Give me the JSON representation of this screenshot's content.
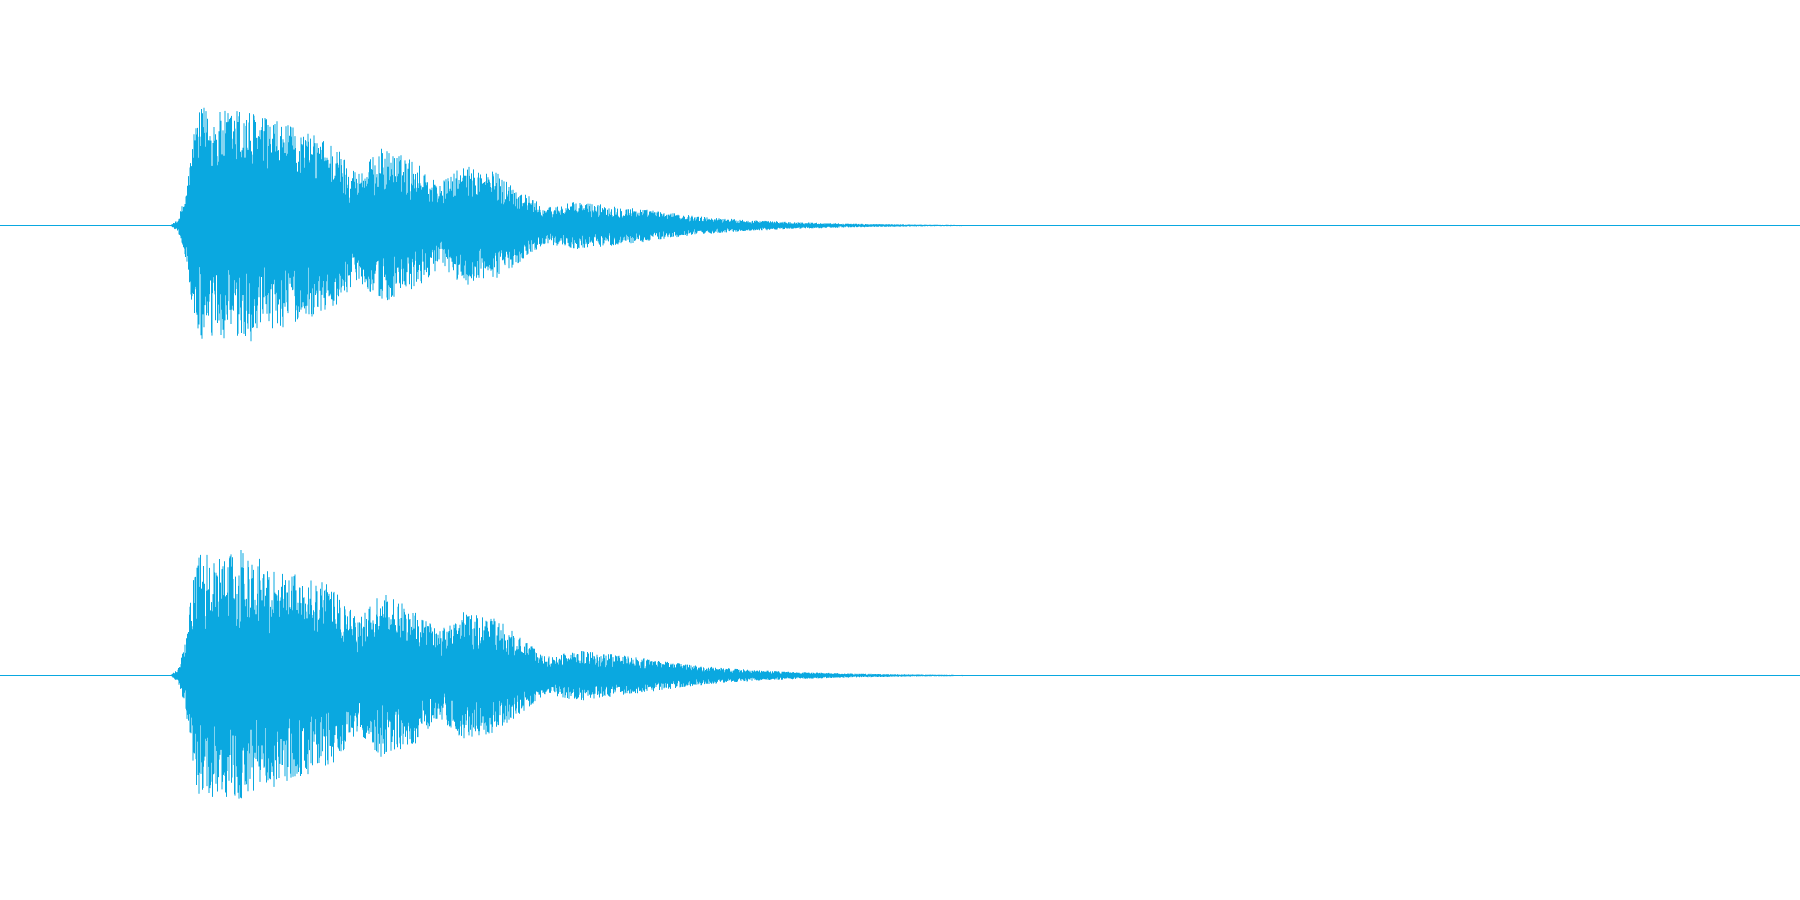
{
  "waveform": {
    "color": "#0aa8e0",
    "background": "#ffffff",
    "channels": [
      {
        "name": "",
        "envelope": [
          [
            0.0,
            0.0
          ],
          [
            0.005,
            0.05
          ],
          [
            0.01,
            0.3
          ],
          [
            0.015,
            0.85
          ],
          [
            0.02,
            1.0
          ],
          [
            0.03,
            0.95
          ],
          [
            0.045,
            1.0
          ],
          [
            0.06,
            0.9
          ],
          [
            0.08,
            0.8
          ],
          [
            0.1,
            0.7
          ],
          [
            0.115,
            0.45
          ],
          [
            0.13,
            0.65
          ],
          [
            0.15,
            0.55
          ],
          [
            0.165,
            0.35
          ],
          [
            0.18,
            0.5
          ],
          [
            0.2,
            0.45
          ],
          [
            0.215,
            0.3
          ],
          [
            0.23,
            0.15
          ],
          [
            0.25,
            0.2
          ],
          [
            0.27,
            0.17
          ],
          [
            0.29,
            0.14
          ],
          [
            0.31,
            0.1
          ],
          [
            0.33,
            0.07
          ],
          [
            0.35,
            0.05
          ],
          [
            0.38,
            0.03
          ],
          [
            0.42,
            0.015
          ],
          [
            0.46,
            0.008
          ],
          [
            0.5,
            0.003
          ],
          [
            0.54,
            0.0
          ],
          [
            1.0,
            0.0
          ]
        ]
      },
      {
        "name": "",
        "envelope": [
          [
            0.0,
            0.0
          ],
          [
            0.005,
            0.05
          ],
          [
            0.01,
            0.3
          ],
          [
            0.015,
            0.85
          ],
          [
            0.02,
            1.0
          ],
          [
            0.03,
            0.95
          ],
          [
            0.045,
            1.0
          ],
          [
            0.06,
            0.9
          ],
          [
            0.08,
            0.8
          ],
          [
            0.1,
            0.7
          ],
          [
            0.115,
            0.45
          ],
          [
            0.13,
            0.65
          ],
          [
            0.15,
            0.55
          ],
          [
            0.165,
            0.35
          ],
          [
            0.18,
            0.5
          ],
          [
            0.2,
            0.45
          ],
          [
            0.215,
            0.3
          ],
          [
            0.23,
            0.15
          ],
          [
            0.25,
            0.2
          ],
          [
            0.27,
            0.17
          ],
          [
            0.29,
            0.14
          ],
          [
            0.31,
            0.1
          ],
          [
            0.33,
            0.07
          ],
          [
            0.35,
            0.05
          ],
          [
            0.38,
            0.03
          ],
          [
            0.42,
            0.015
          ],
          [
            0.46,
            0.008
          ],
          [
            0.5,
            0.003
          ],
          [
            0.56,
            0.0
          ],
          [
            1.0,
            0.0
          ]
        ]
      }
    ]
  }
}
